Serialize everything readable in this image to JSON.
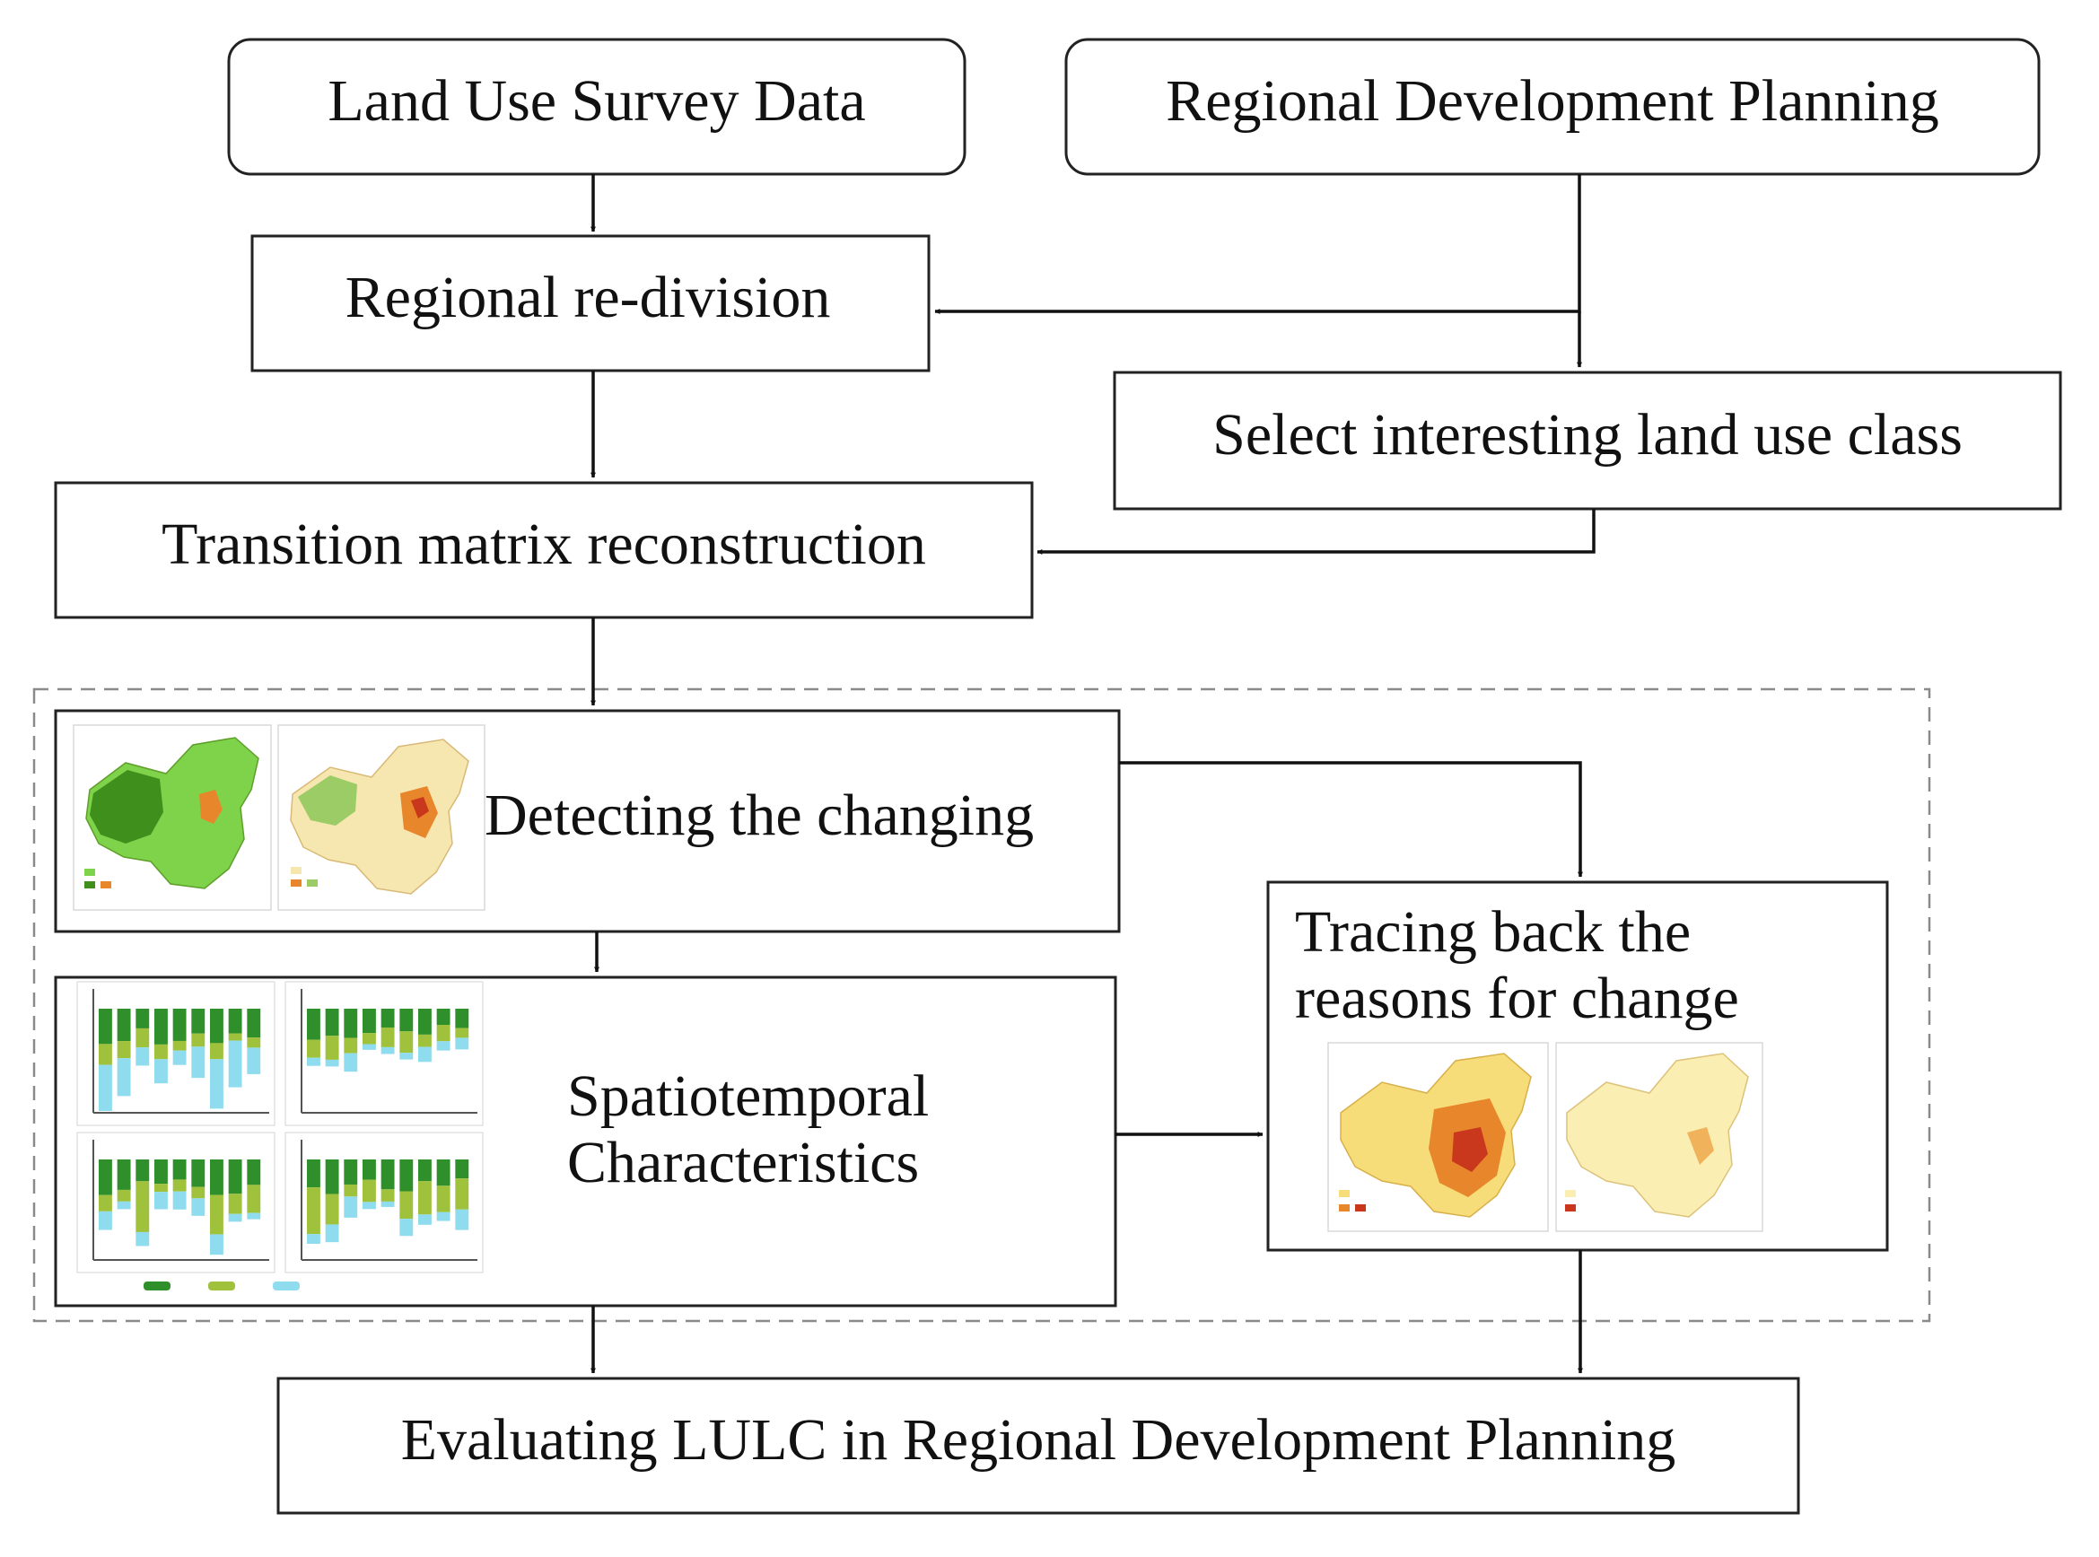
{
  "nodes": {
    "land_use": "Land Use Survey Data",
    "regional_planning": "Regional Development Planning",
    "re_division": "Regional re-division",
    "select_class": "Select interesting land use class",
    "transition": "Transition matrix reconstruction",
    "detecting": "Detecting the changing",
    "spatio_line1": "Spatiotemporal",
    "spatio_line2": "Characteristics",
    "tracing_line1": "Tracing back the",
    "tracing_line2": "reasons for change",
    "evaluating": "Evaluating LULC in Regional Development Planning"
  },
  "colors": {
    "map_green_dark": "#3f8f1c",
    "map_green_light": "#7fd34a",
    "map_pale": "#f6e7b0",
    "map_orange": "#e8862b",
    "map_red": "#c9371c",
    "bar_green": "#2f8f2a",
    "bar_olive": "#9fc13c",
    "bar_cyan": "#8fdcef"
  }
}
